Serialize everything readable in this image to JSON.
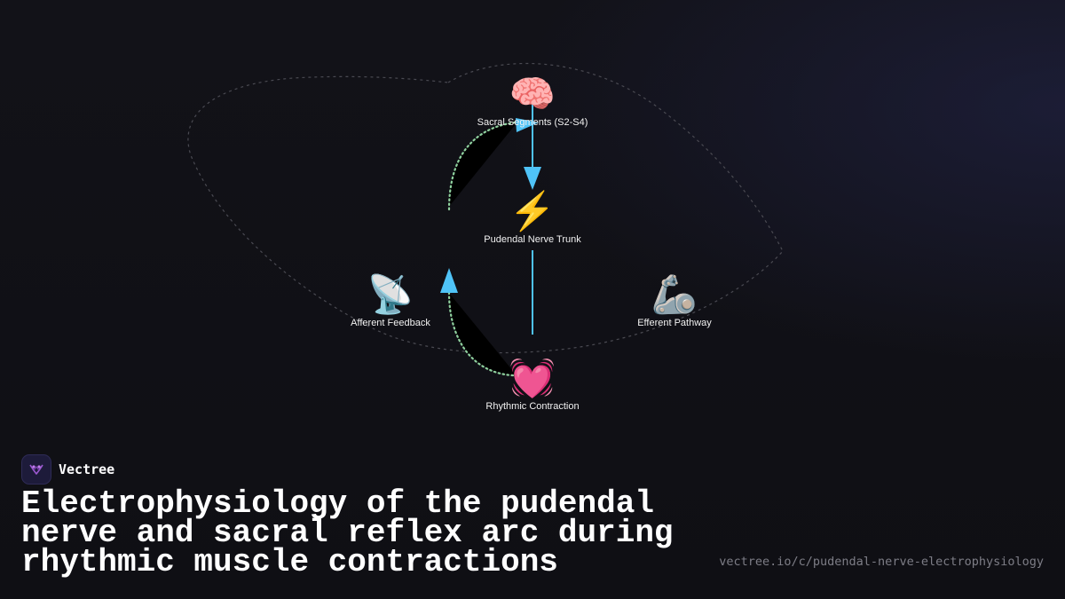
{
  "brand": {
    "name": "Vectree"
  },
  "title": "Electrophysiology of the pudendal nerve and sacral reflex arc during rhythmic muscle contractions",
  "url": "vectree.io/c/pudendal-nerve-electrophysiology",
  "diagram": {
    "nodes": [
      {
        "id": "sacral",
        "icon": "brain-icon",
        "emoji": "🧠",
        "label": "Sacral Segments (S2-S4)"
      },
      {
        "id": "trunk",
        "icon": "lightning-icon",
        "emoji": "⚡",
        "label": "Pudendal Nerve Trunk"
      },
      {
        "id": "afferent",
        "icon": "satellite-dish-icon",
        "emoji": "📡",
        "label": "Afferent Feedback"
      },
      {
        "id": "efferent",
        "icon": "mechanical-arm-icon",
        "emoji": "🦾",
        "label": "Efferent Pathway"
      },
      {
        "id": "contraction",
        "icon": "beating-heart-icon",
        "emoji": "💓",
        "label": "Rhythmic Contraction"
      }
    ],
    "edges": [
      {
        "from": "sacral",
        "to": "trunk",
        "style": "solid"
      },
      {
        "from": "trunk",
        "to": "contraction",
        "style": "solid"
      },
      {
        "from": "contraction",
        "to": "afferent",
        "style": "dotted"
      },
      {
        "from": "afferent",
        "to": "sacral",
        "style": "dotted"
      }
    ]
  },
  "colors": {
    "accent_blue": "#4fc3f7",
    "feedback_green": "#8fd19e",
    "outline_gray": "#4a4a52",
    "background": "#111116",
    "url_gray": "#7d7d86"
  }
}
